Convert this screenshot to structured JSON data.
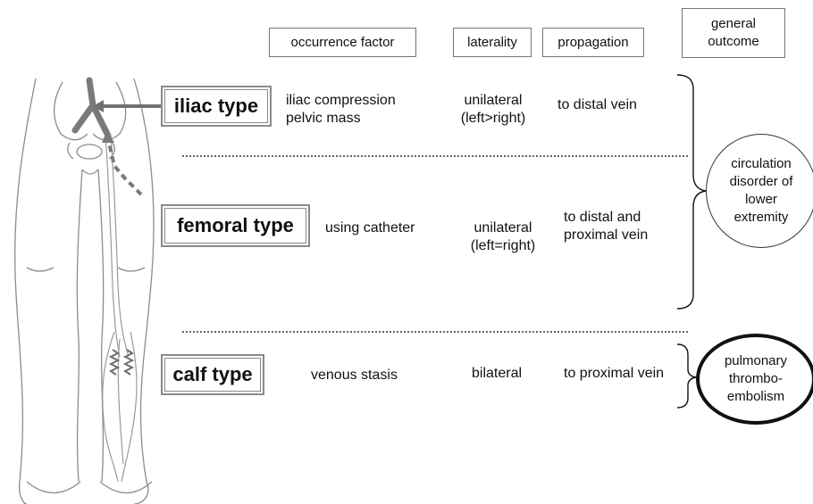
{
  "headers": {
    "occurrence": "occurrence factor",
    "laterality": "laterality",
    "propagation": "propagation",
    "outcome": "general\noutcome"
  },
  "rows": [
    {
      "type": "iliac type",
      "occurrence": "iliac compression\npelvic mass",
      "laterality": "unilateral\n(left>right)",
      "propagation": "to distal vein"
    },
    {
      "type": "femoral type",
      "occurrence": "using catheter",
      "laterality": "unilateral\n(left=right)",
      "propagation": "to distal and\nproximal vein"
    },
    {
      "type": "calf type",
      "occurrence": "venous stasis",
      "laterality": "bilateral",
      "propagation": "to proximal vein"
    }
  ],
  "outcomes": {
    "circulation": "circulation\ndisorder of\n lower\nextremity",
    "pulmonary": "pulmonary\nthrombo-\nembolism"
  },
  "colors": {
    "line": "#8a8a8a",
    "vein": "#7a7a7a",
    "text": "#111111"
  }
}
